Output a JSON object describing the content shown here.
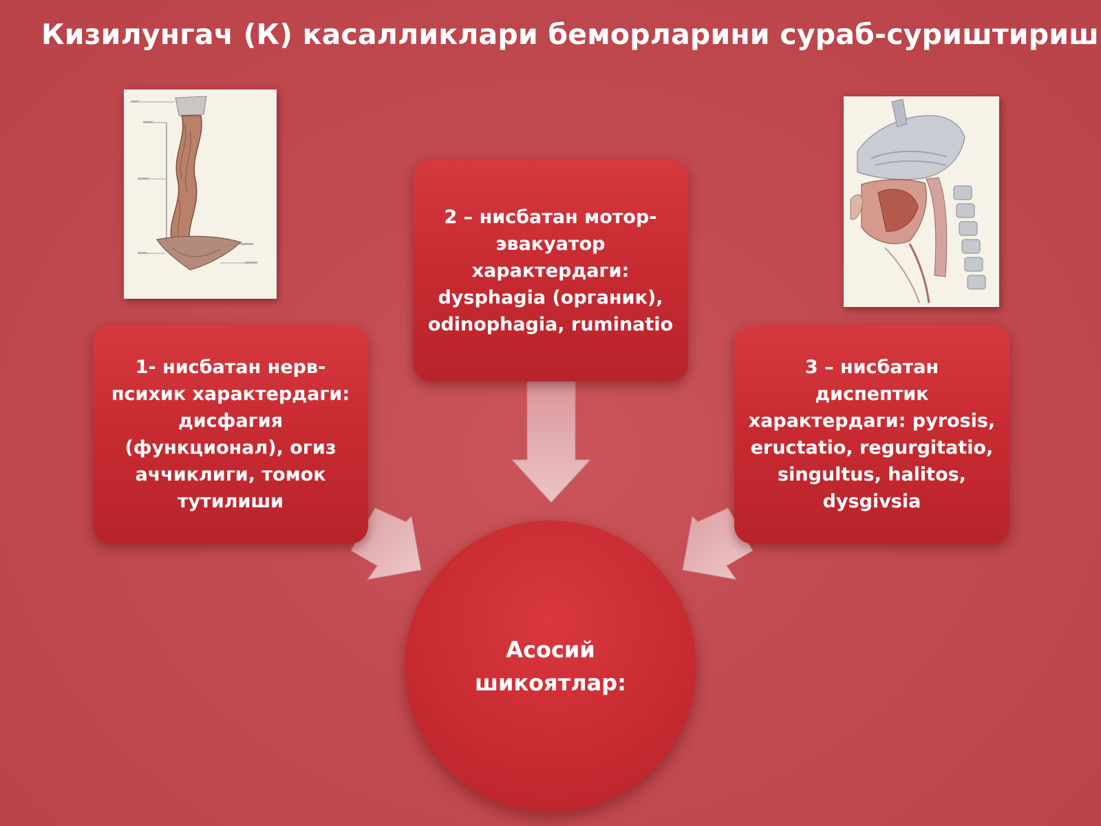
{
  "slide": {
    "title": "Кизилунгач (К) касалликлари беморларини сураб-суриштириш"
  },
  "boxes": {
    "box1": "1- нисбатан нерв-\nпсихик характердаги:\nдисфагия\n(функционал), огиз\nаччиклиги, томок\nтутилиши",
    "box2": "2 – нисбатан мотор-\nэвакуатор\nхарактердаги:\ndysphagia (органик),\nodinophagia, ruminatio",
    "box3": "3 – нисбатан диспептик\nхарактердаги: pyrosis,\neructatio, regurgitatio,\nsingultus, halitos,\ndysgivsia"
  },
  "center": {
    "label": "Асосий\nшикоятлар:"
  },
  "images": {
    "left_caption": "esophagus",
    "left_icon": "esophagus-anatomy-illustration",
    "right_icon": "head-neck-sagittal-section-illustration"
  },
  "colors": {
    "background": "#c0484e",
    "box_fill": "#c92b32",
    "arrow_fill": "#e6b3b6",
    "text": "#ffffff"
  }
}
